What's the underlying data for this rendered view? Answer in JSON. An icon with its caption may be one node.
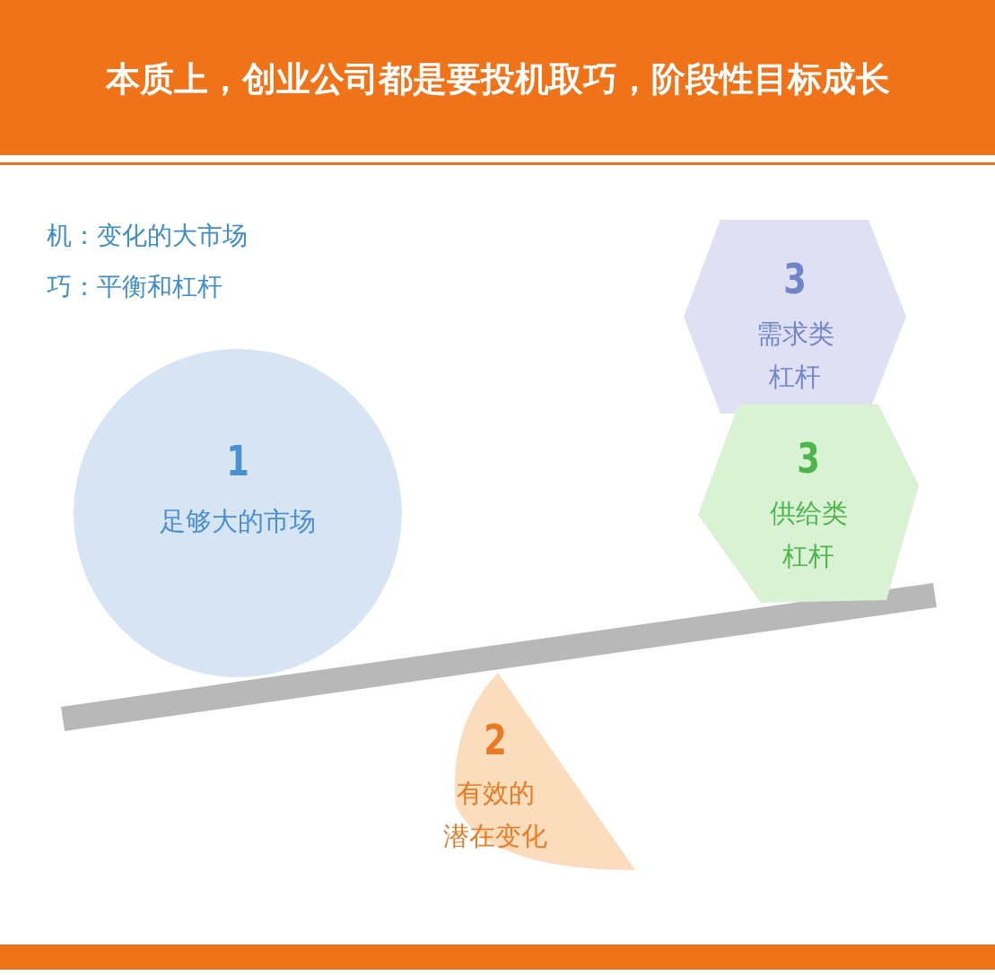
{
  "diagram": {
    "title": "本质上，创业公司都是要投机取巧，阶段性目标成长",
    "nodes": [
      {
        "text": [
          "3",
          "需求类杠杆"
        ]
      },
      {
        "text": [
          "1",
          "足够大的市场"
        ]
      },
      {
        "text": [
          "3",
          "供给类杠杆"
        ]
      },
      {
        "text": [
          "2",
          "有效的潜在变化"
        ]
      },
      {
        "text": [],
        "shape": "bar"
      }
    ],
    "labels": [
      "机：变化的大市场",
      "巧：平衡和杠杆"
    ]
  }
}
